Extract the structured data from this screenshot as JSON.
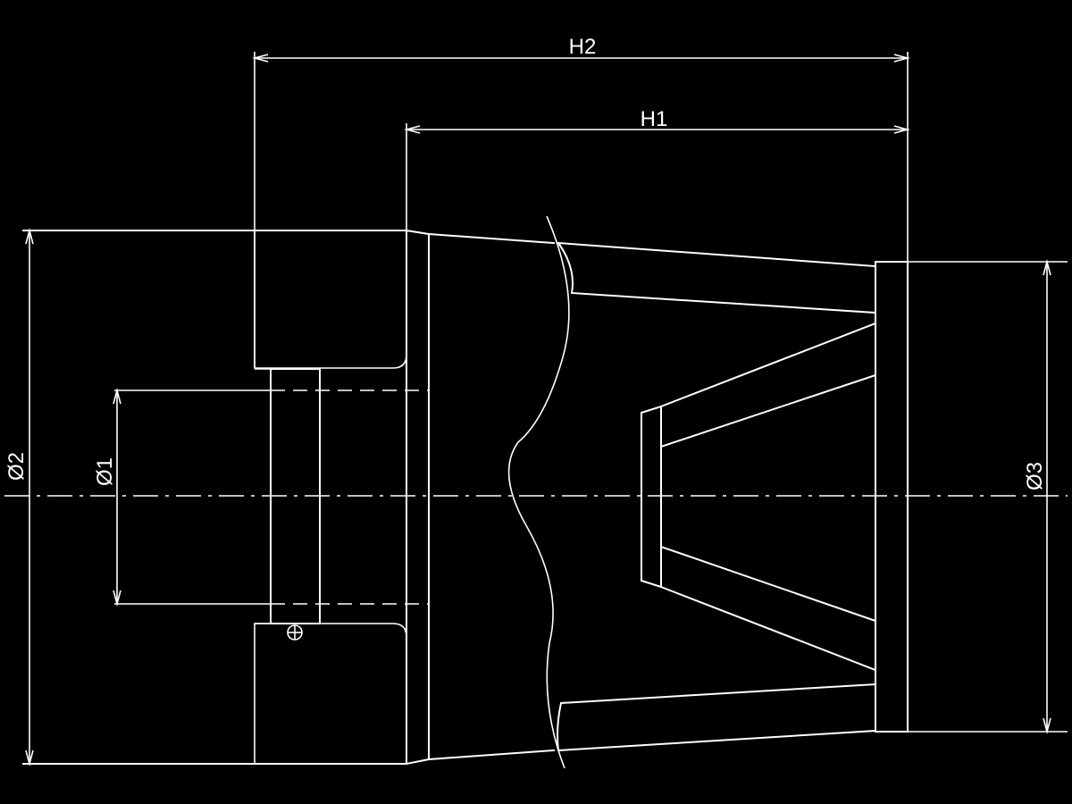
{
  "drawing": {
    "dimensions": {
      "h2": "H2",
      "h1": "H1",
      "d1": "Ø1",
      "d2": "Ø2",
      "d3": "Ø3"
    },
    "colors": {
      "background": "#000000",
      "line": "#ffffff"
    }
  }
}
